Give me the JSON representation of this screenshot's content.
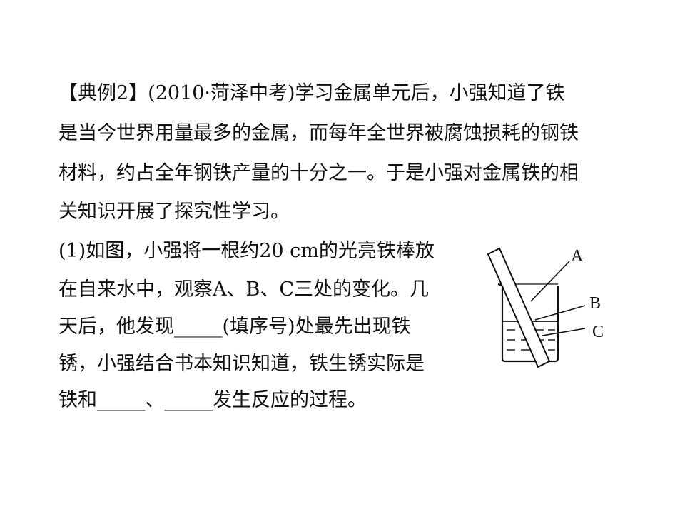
{
  "question": {
    "lines": [
      "【典例2】(2010·菏泽中考)学习金属单元后，小强知道了铁",
      "是当今世界用量最多的金属，而每年全世界被腐蚀损耗的钢铁",
      "材料，约占全年钢铁产量的十分之一。于是小强对金属铁的相",
      "关知识开展了探究性学习。",
      "(1)如图，小强将一根约20 cm的光亮铁棒放",
      "在自来水中，观察A、B、C三处的变化。几",
      "天后，他发现_____(填序号)处最先出现铁",
      "锈，小强结合书本知识知道，铁生锈实际是",
      "铁和_____、_____发生反应的过程。"
    ]
  },
  "figure": {
    "labels": {
      "a": "A",
      "b": "B",
      "c": "C"
    }
  }
}
